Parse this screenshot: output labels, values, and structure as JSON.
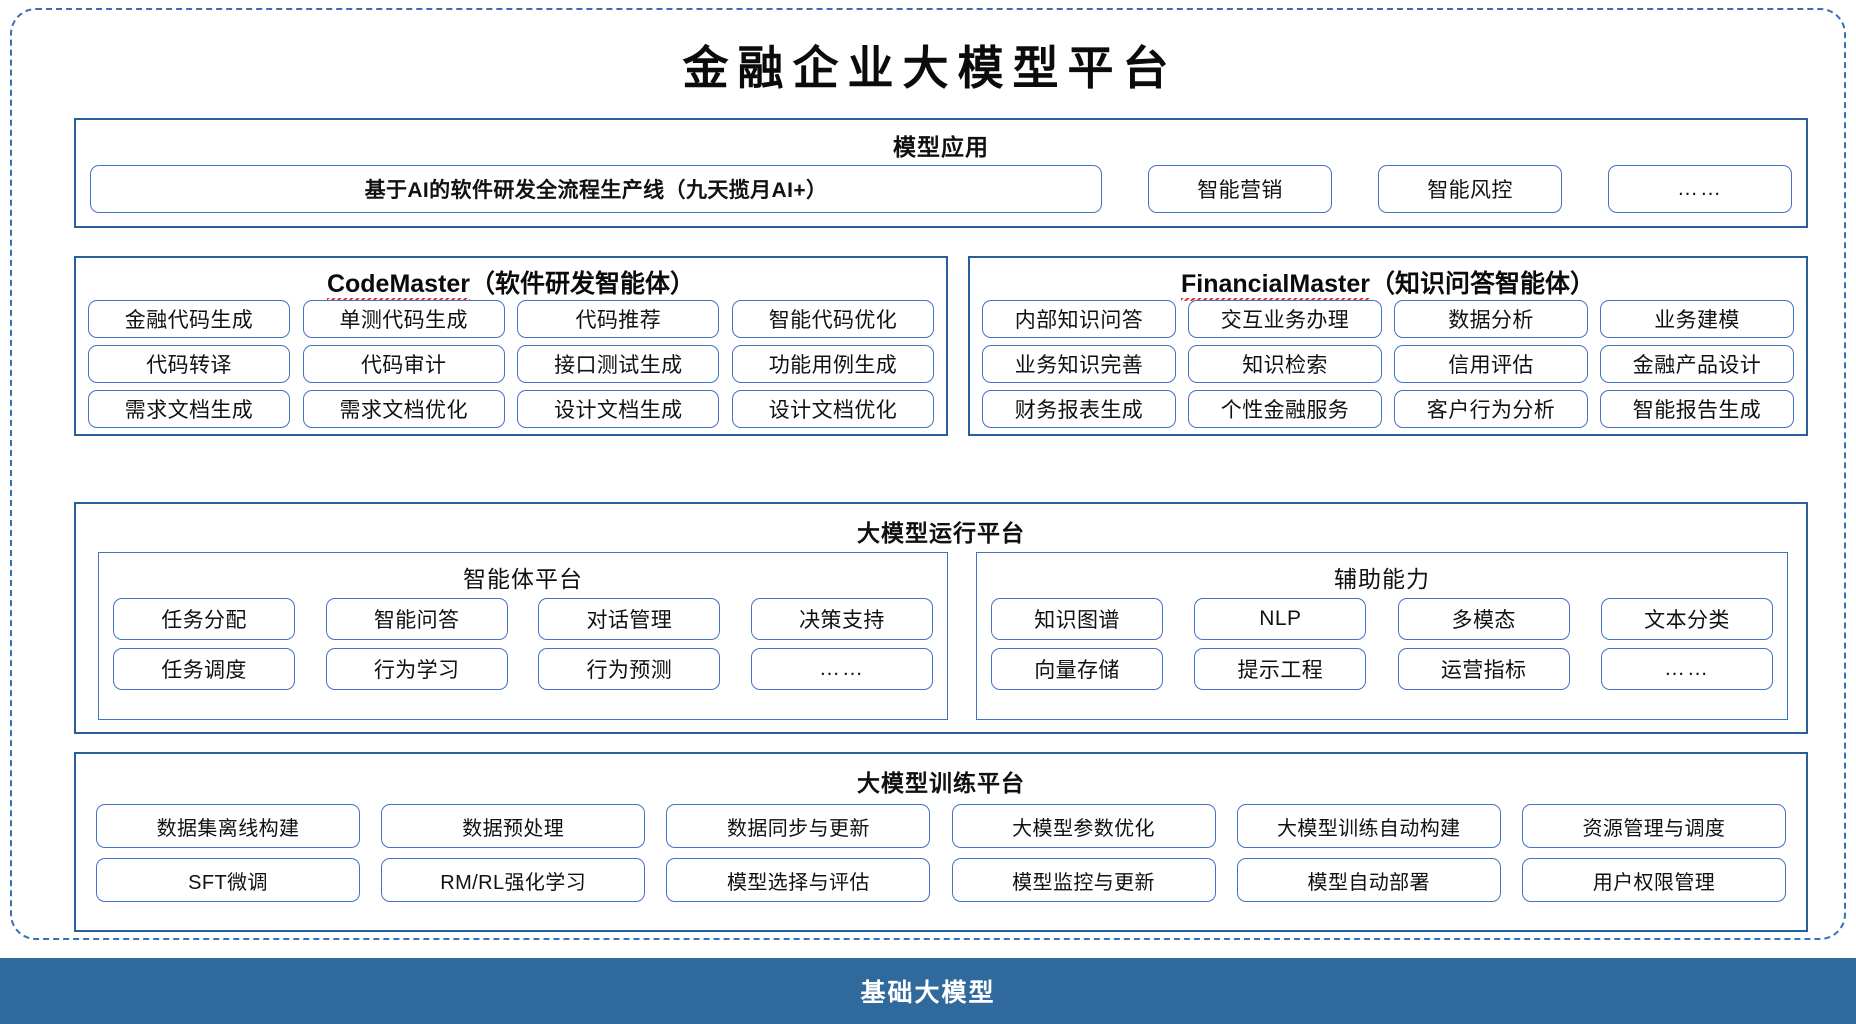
{
  "page": {
    "title": "金融企业大模型平台"
  },
  "model_application": {
    "title": "模型应用",
    "wide_item": "基于AI的软件研发全流程生产线（九天揽月AI+）",
    "items": [
      "智能营销",
      "智能风控",
      "……"
    ]
  },
  "agents": [
    {
      "id": "codemaster",
      "latin_name": "CodeMaster",
      "cn_name": "（软件研发智能体）",
      "rows": [
        [
          "金融代码生成",
          "单测代码生成",
          "代码推荐",
          "智能代码优化"
        ],
        [
          "代码转译",
          "代码审计",
          "接口测试生成",
          "功能用例生成"
        ],
        [
          "需求文档生成",
          "需求文档优化",
          "设计文档生成",
          "设计文档优化"
        ]
      ]
    },
    {
      "id": "financialmaster",
      "latin_name": "FinancialMaster",
      "cn_name": "（知识问答智能体）",
      "rows": [
        [
          "内部知识问答",
          "交互业务办理",
          "数据分析",
          "业务建模"
        ],
        [
          "业务知识完善",
          "知识检索",
          "信用评估",
          "金融产品设计"
        ],
        [
          "财务报表生成",
          "个性金融服务",
          "客户行为分析",
          "智能报告生成"
        ]
      ]
    }
  ],
  "runtime_platform": {
    "title": "大模型运行平台",
    "panels": [
      {
        "id": "agent-platform",
        "title": "智能体平台",
        "rows": [
          [
            "任务分配",
            "智能问答",
            "对话管理",
            "决策支持"
          ],
          [
            "任务调度",
            "行为学习",
            "行为预测",
            "……"
          ]
        ]
      },
      {
        "id": "aux-capability",
        "title": "辅助能力",
        "rows": [
          [
            "知识图谱",
            "NLP",
            "多模态",
            "文本分类"
          ],
          [
            "向量存储",
            "提示工程",
            "运营指标",
            "……"
          ]
        ]
      }
    ]
  },
  "training_platform": {
    "title": "大模型训练平台",
    "rows": [
      [
        "数据集离线构建",
        "数据预处理",
        "数据同步与更新",
        "大模型参数优化",
        "大模型训练自动构建",
        "资源管理与调度"
      ],
      [
        "SFT微调",
        "RM/RL强化学习",
        "模型选择与评估",
        "模型监控与更新",
        "模型自动部署",
        "用户权限管理"
      ]
    ]
  },
  "base_model_bar": {
    "label": "基础大模型"
  },
  "colors": {
    "frame_border": "#3b6fb5",
    "section_border": "#2a6099",
    "pill_border": "#4472c4",
    "base_bar_bg": "#30699c",
    "spellcheck_underline": "#e03030"
  }
}
